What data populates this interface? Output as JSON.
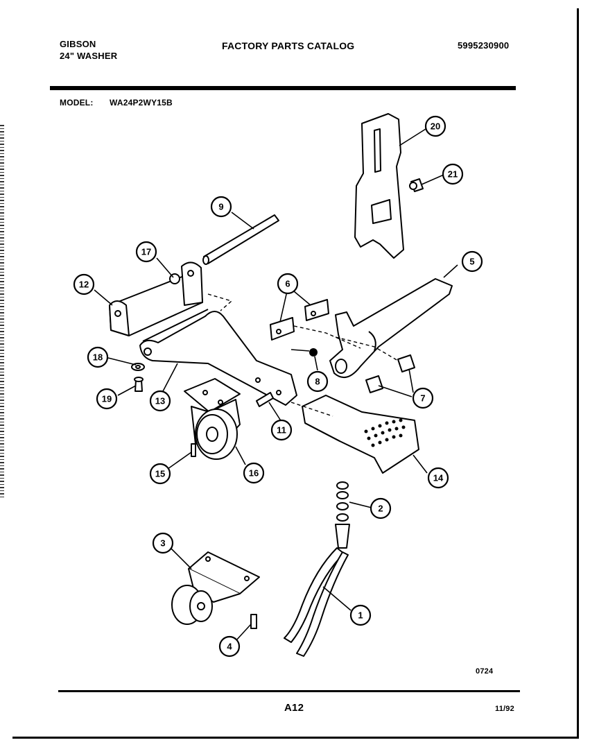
{
  "header": {
    "brand": "GIBSON",
    "product": "24\" WASHER",
    "title": "FACTORY PARTS CATALOG",
    "catalog_number": "5995230900",
    "model_label": "MODEL:",
    "model_value": "WA24P2WY15B"
  },
  "footer": {
    "figure_code": "0724",
    "page_number": "A12",
    "date": "11/92"
  },
  "callouts": {
    "c1": "1",
    "c2": "2",
    "c3": "3",
    "c4": "4",
    "c5": "5",
    "c6": "6",
    "c7": "7",
    "c8": "8",
    "c9": "9",
    "c11": "11",
    "c12": "12",
    "c13": "13",
    "c14": "14",
    "c15": "15",
    "c16": "16",
    "c17": "17",
    "c18": "18",
    "c19": "19",
    "c20": "20",
    "c21": "21"
  }
}
